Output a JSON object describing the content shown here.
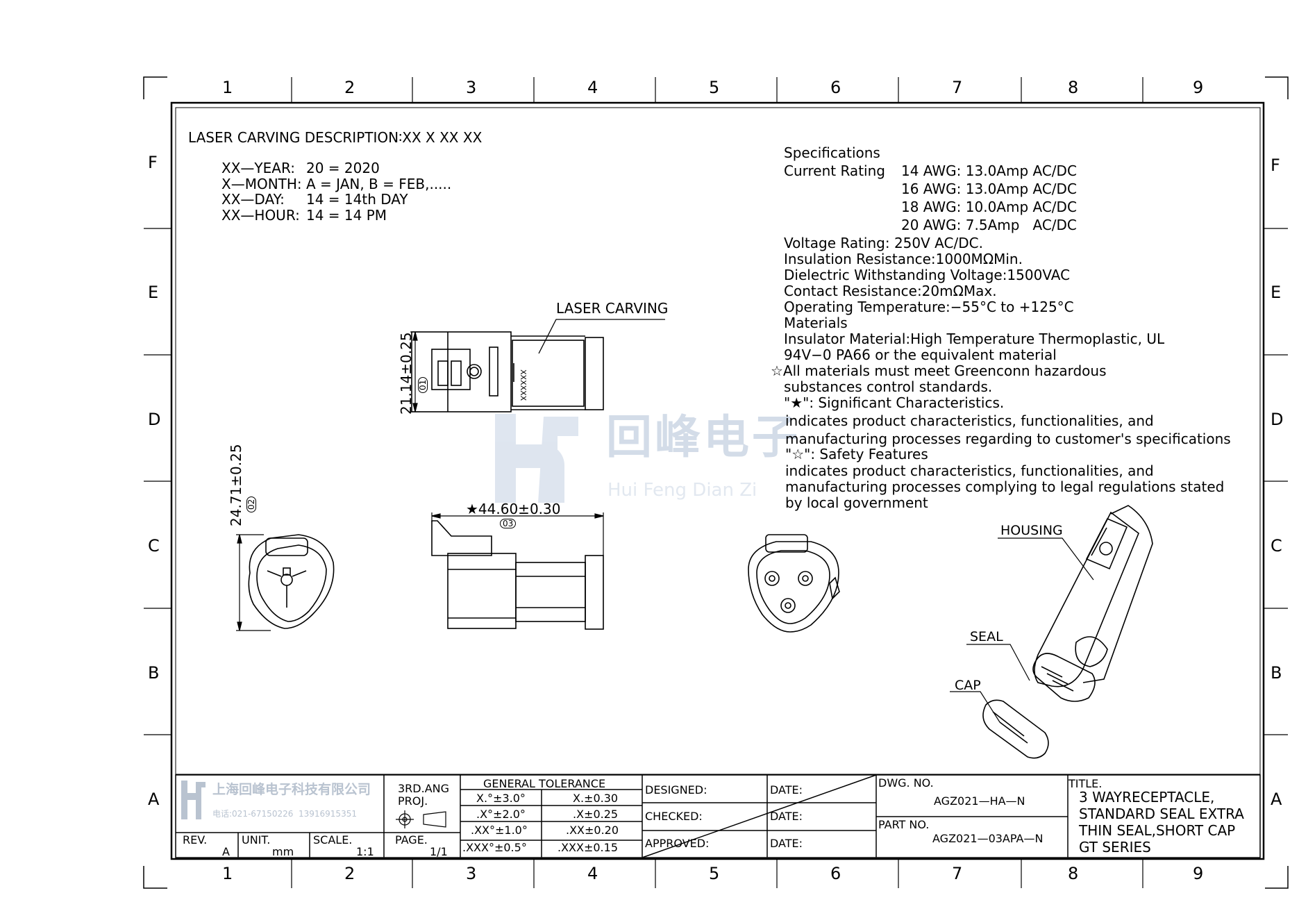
{
  "grid": {
    "columns": [
      "1",
      "2",
      "3",
      "4",
      "5",
      "6",
      "7",
      "8",
      "9"
    ],
    "rows": [
      "F",
      "E",
      "D",
      "C",
      "B",
      "A"
    ]
  },
  "laser": {
    "title": "LASER CARVING DESCRIPTION∶XX X XX XX",
    "lines": [
      {
        "key": "XX—YEAR:",
        "val": "20 = 2020"
      },
      {
        "key": "X—MONTH:",
        "val": "A = JAN, B = FEB,....."
      },
      {
        "key": "XX—DAY:",
        "val": "14 = 14th DAY"
      },
      {
        "key": "XX—HOUR:",
        "val": "14 = 14 PM"
      }
    ]
  },
  "specs": {
    "heading": "Specifications",
    "current_label": "Current Rating",
    "current": [
      "14 AWG: 13.0Amp AC/DC",
      "16 AWG: 13.0Amp AC/DC",
      "18 AWG: 10.0Amp AC/DC",
      "20 AWG: 7.5Amp   AC/DC"
    ],
    "voltage": "Voltage Rating: 250V AC/DC.",
    "insulation": "Insulation Resistance:1000MΩMin.",
    "dielectric": "Dielectric Withstanding Voltage:1500VAC",
    "contact": "Contact Resistance:20mΩMax.",
    "temp": "Operating Temperature:−55°C to +125°C",
    "materials": "Materials",
    "insulator1": "Insulator Material:High Temperature Thermoplastic, UL",
    "insulator2": "94V−0 PA66 or the equivalent material",
    "allmat1": "☆All materials must meet Greenconn hazardous",
    "allmat2": "substances control standards.",
    "sig": "\"★\": Significant Characteristics.",
    "sig1": "indicates product characteristics, functionalities, and",
    "sig2": "manufacturing processes regarding to customer's specifications",
    "safety": "\"☆\": Safety Features",
    "safe1": "indicates product characteristics, functionalities, and",
    "safe2": "manufacturing processes complying to legal regulations stated",
    "safe3": "by local government"
  },
  "callouts": {
    "laser_carving": "LASER CARVING",
    "housing": "HOUSING",
    "seal": "SEAL",
    "cap": "CAP",
    "carving_marks": "XXXXXX"
  },
  "dims": {
    "d1": "21.14±0.25",
    "d1_tag": "01",
    "d2": "24.71±0.25",
    "d2_tag": "02",
    "d3": "★44.60±0.30",
    "d3_tag": "03"
  },
  "watermark": {
    "cn": "回峰电子",
    "en": "Hui Feng Dian Zi",
    "logo": "hf"
  },
  "titleblock": {
    "company": "上海回峰电子科技有限公司",
    "phone": "电话:021-67150226  13916915351",
    "proj1": "3RD.ANG",
    "proj2": "PROJ.",
    "gen_tol": "GENERAL TOLERANCE",
    "tol_left": [
      "X.°±3.0°",
      ".X°±2.0°",
      ".XX°±1.0°",
      ".XXX°±0.5°"
    ],
    "tol_right": [
      "X.±0.30",
      ".X±0.25",
      ".XX±0.20",
      ".XXX±0.15"
    ],
    "rev_label": "REV.",
    "rev": "A",
    "unit_label": "UNIT.",
    "unit": "mm",
    "scale_label": "SCALE.",
    "scale": "1:1",
    "page_label": "PAGE.",
    "page": "1/1",
    "designed": "DESIGNED:",
    "checked": "CHECKED:",
    "approved": "APPROVED:",
    "date": "DATE:",
    "dwg_label": "DWG. NO.",
    "dwg": "AGZ021—HA—N",
    "part_label": "PART NO.",
    "part": "AGZ021—03APA—N",
    "title_label": "TITLE.",
    "title_lines": [
      "3 WAYRECEPTACLE,",
      "STANDARD SEAL EXTRA",
      "THIN SEAL,SHORT CAP",
      "GT SERIES"
    ]
  }
}
